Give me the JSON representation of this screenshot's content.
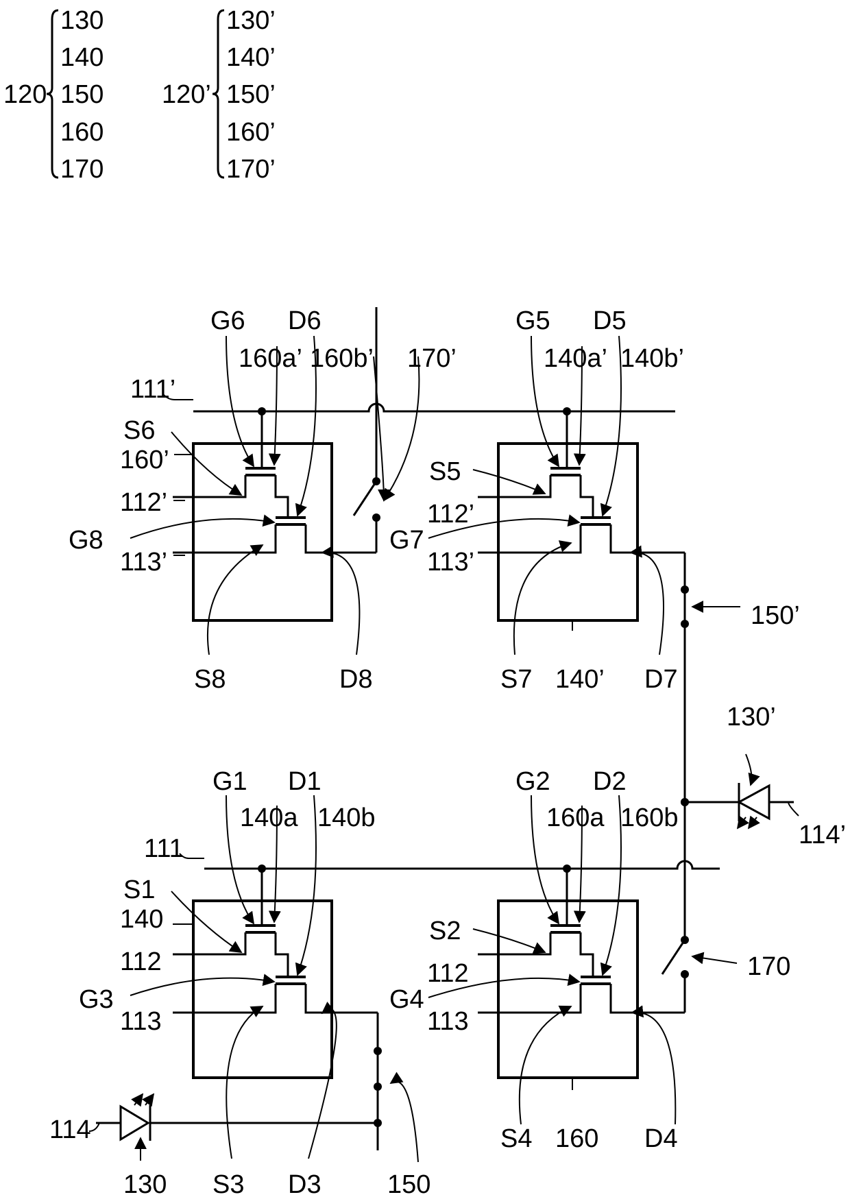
{
  "legend": {
    "group_a": {
      "label": "120",
      "items": [
        "130",
        "140",
        "150",
        "160",
        "170"
      ]
    },
    "group_b": {
      "label": "120’",
      "items": [
        "130’",
        "140’",
        "150’",
        "160’",
        "170’"
      ]
    }
  },
  "labels": {
    "l111p": "111’",
    "l112p_a": "112’",
    "l113p_a": "113’",
    "l112p_b": "112’",
    "l113p_b": "113’",
    "l111": "111",
    "l112_a": "112",
    "l113_a": "113",
    "l112_b": "112",
    "l113_b": "113",
    "l114": "114",
    "l114p": "114’",
    "l130": "130",
    "l130p": "130’",
    "l140": "140",
    "l140p": "140’",
    "l150": "150",
    "l150p": "150’",
    "l160": "160",
    "l160p": "160’",
    "l170": "170",
    "l170p": "170’",
    "l140a": "140a",
    "l140b": "140b",
    "l140ap": "140a’",
    "l140bp": "140b’",
    "l160a": "160a",
    "l160b": "160b",
    "l160ap": "160a’",
    "l160bp": "160b’",
    "G1": "G1",
    "G2": "G2",
    "G3": "G3",
    "G4": "G4",
    "G5": "G5",
    "G6": "G6",
    "G7": "G7",
    "G8": "G8",
    "D1": "D1",
    "D2": "D2",
    "D3": "D3",
    "D4": "D4",
    "D5": "D5",
    "D6": "D6",
    "D7": "D7",
    "D8": "D8",
    "S1": "S1",
    "S2": "S2",
    "S3": "S3",
    "S4": "S4",
    "S5": "S5",
    "S6": "S6",
    "S7": "S7",
    "S8": "S8"
  }
}
